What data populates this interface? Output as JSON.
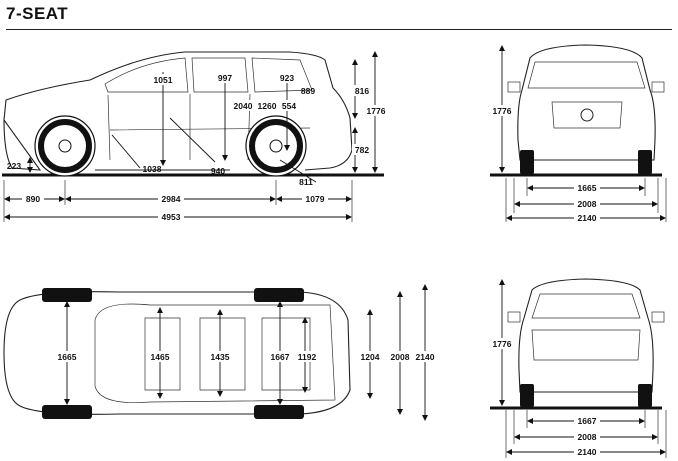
{
  "title": "7-SEAT",
  "side_view": {
    "interior_lengths": [
      "1051",
      "997",
      "923",
      "2040",
      "1260",
      "554",
      "889"
    ],
    "heights": [
      "816",
      "1776",
      "782"
    ],
    "ground_clearance": "223",
    "cabin_floor": [
      "1038",
      "940",
      "811"
    ],
    "lengths": {
      "front_overhang": "890",
      "wheelbase": "2984",
      "rear_overhang": "1079",
      "overall": "4953"
    }
  },
  "front_view": {
    "height": "1776",
    "track": "1665",
    "body_width": "2008",
    "mirror_width": "2140"
  },
  "top_view": {
    "widths": [
      "1665",
      "1465",
      "1435",
      "1667",
      "1192",
      "1204",
      "2008",
      "2140"
    ]
  },
  "rear_view": {
    "height": "1776",
    "track": "1667",
    "body_width": "2008",
    "mirror_width": "2140"
  }
}
